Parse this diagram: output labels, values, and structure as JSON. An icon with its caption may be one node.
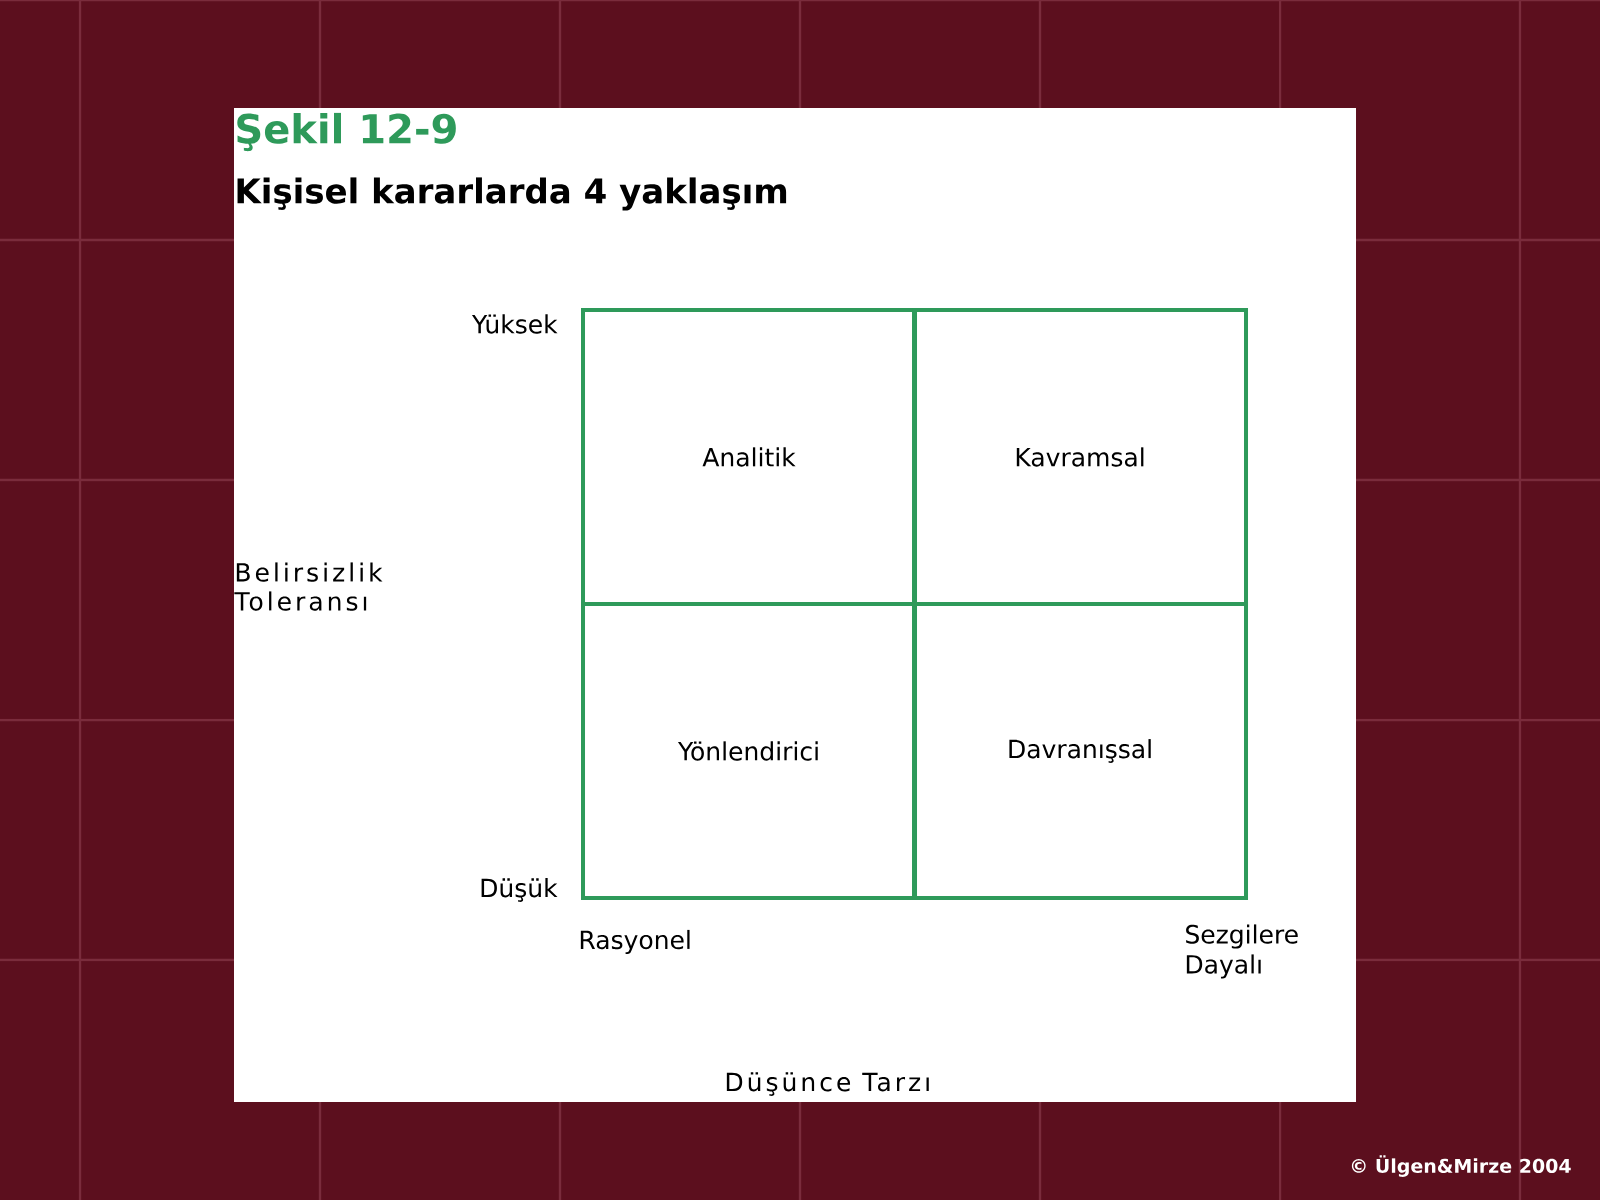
{
  "diagram": {
    "title": "Şekil 12-9",
    "nodes": [
      {
        "text": [
          "Analitik"
        ]
      },
      {
        "text": [
          "Kavramsal"
        ]
      },
      {
        "text": [
          "Yönlendirici"
        ]
      },
      {
        "text": [
          "Davranışsal"
        ]
      }
    ],
    "edges": [],
    "labels": [
      "Kişisel kararlarda 4 yaklaşım",
      "Yüksek",
      "Belirsizlik Toleransı",
      "Düşük",
      "Rasyonel",
      "Sezgilere Dayalı",
      "Düşünce Tarzı",
      "© Ülgen&Mirze 2004"
    ]
  }
}
